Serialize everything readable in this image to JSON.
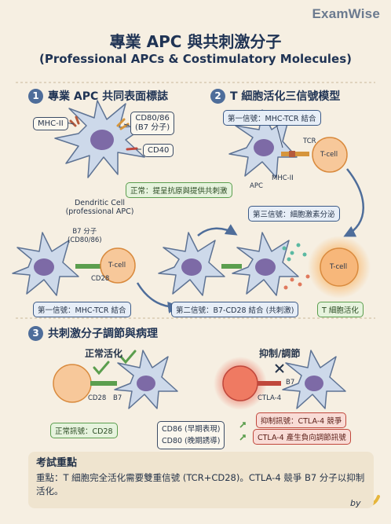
{
  "brand": "ExamWise",
  "title": "專業 APC 與共刺激分子",
  "subtitle": "(Professional APCs & Costimulatory Molecules)",
  "sections": {
    "s1": {
      "num": "1",
      "title": "專業 APC 共同表面標誌",
      "mhc2": "MHC-II",
      "cd8086_a": "CD80/86",
      "cd8086_b": "(B7 分子)",
      "cd40": "CD40",
      "normal": "正常：提呈抗原與提供共刺激",
      "dc_a": "Dendritic Cell",
      "dc_b": "(professional APC)"
    },
    "s2": {
      "num": "2",
      "title": "T 細胞活化三信號模型",
      "sig1_top": "第一信號：MHC-TCR 結合",
      "tcr": "TCR",
      "tcell": "T-cell",
      "apc": "APC",
      "mhc2": "MHC-II",
      "sig3": "第三信號：細胞激素分泌",
      "b7_a": "B7 分子",
      "b7_b": "(CD80/86)",
      "cd28": "CD28",
      "sig1_bottom": "第一信號：MHC-TCR 結合",
      "sig2": "第二信號：B7-CD28 結合 (共刺激)",
      "activated": "T 細胞活化"
    },
    "s3": {
      "num": "3",
      "title": "共刺激分子調節與病理",
      "normal_head": "正常活化",
      "inhib_head": "抑制/調節",
      "cd28": "CD28",
      "b7": "B7",
      "ctla4": "CTLA-4",
      "normal_signal": "正常訊號：CD28",
      "cd86": "CD86 (早期表現)",
      "cd80": "CD80 (晚期誘導)",
      "inhib_signal": "抑制訊號：CTLA-4 競爭",
      "ctla4_neg": "CTLA-4 產生負向調節訊號"
    }
  },
  "exam": {
    "title": "考試重點",
    "body": "重點：T 細胞完全活化需要雙重信號 (TCR+CD28)。CTLA-4 競爭 B7 分子以抑制活化。"
  },
  "signature": "by",
  "colors": {
    "apc_fill": "#cdd9ea",
    "apc_stroke": "#5e7394",
    "nucleus": "#7d6aa6",
    "tcell_fill": "#f7c89a",
    "tcell_stroke": "#d98a3d",
    "green": "#5b9e4e",
    "red": "#d24a3c",
    "arrow": "#4e6d9a"
  }
}
